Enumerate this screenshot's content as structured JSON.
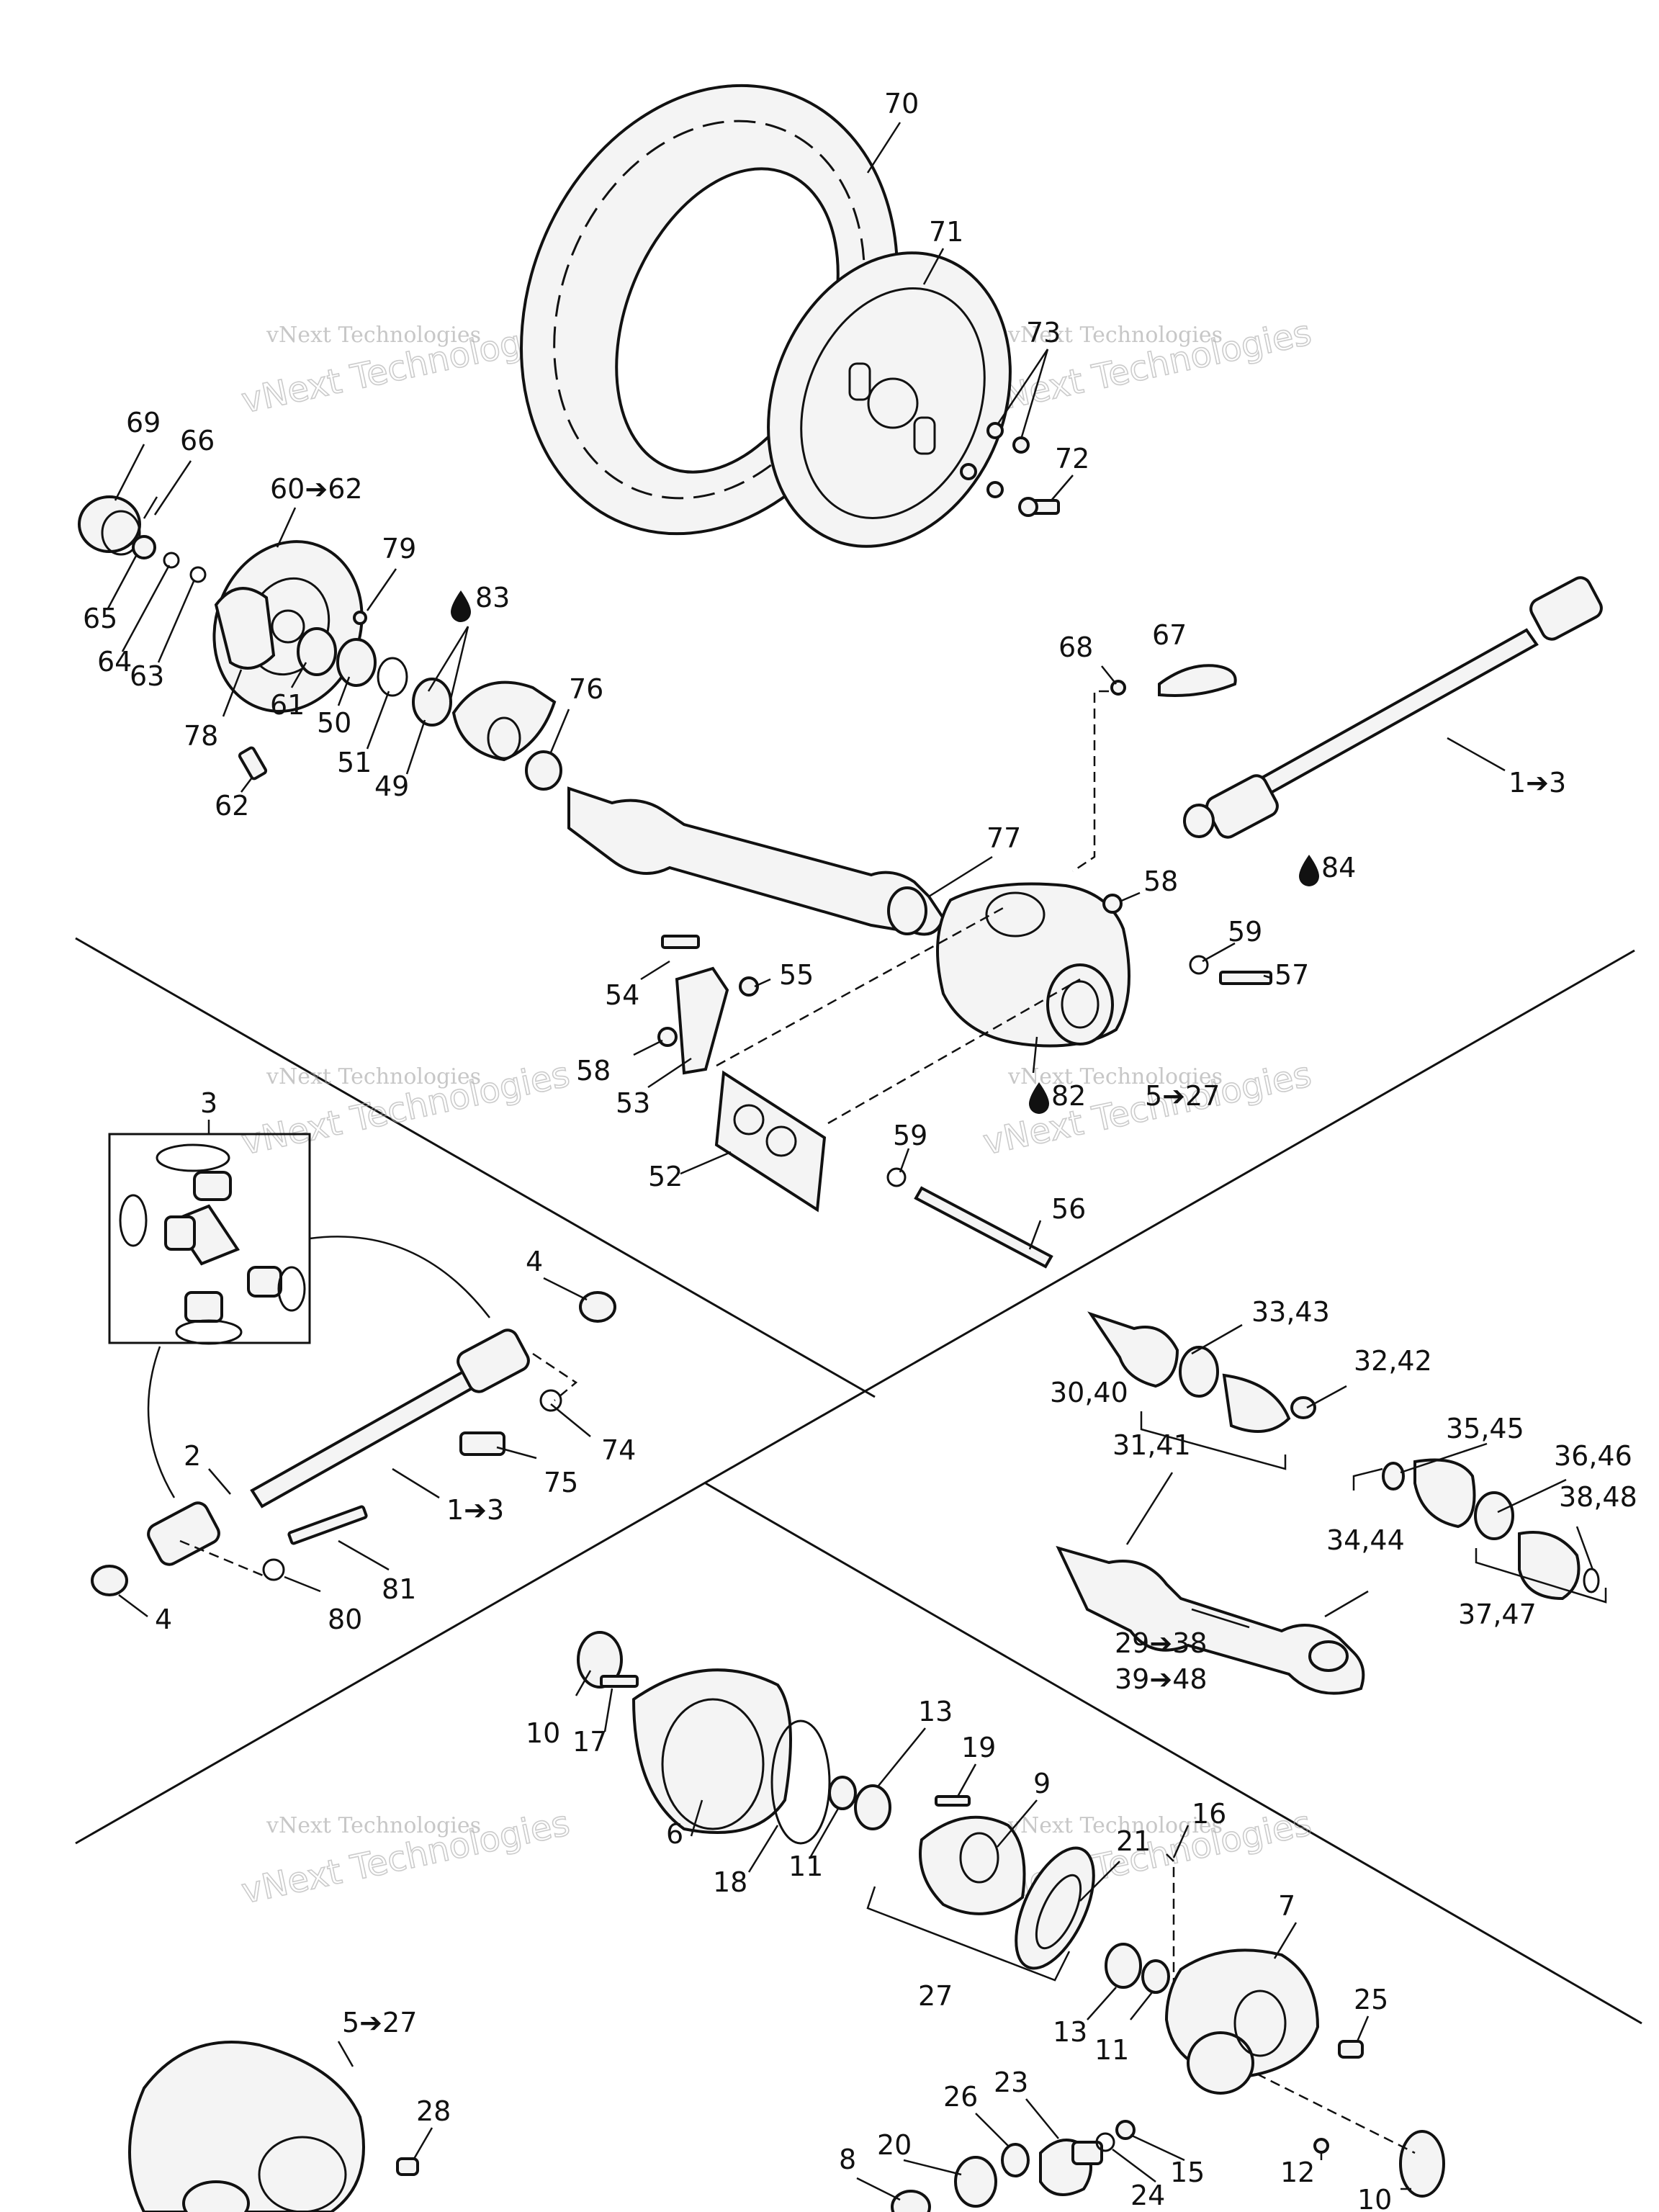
{
  "watermarks": [
    {
      "line1": "vNext Technologies",
      "line2": "vNext Technologies"
    },
    {
      "line1": "vNext Technologies",
      "line2": "vNext Technologies"
    },
    {
      "line1": "vNext Technologies",
      "line2": "vNext Technologies"
    },
    {
      "line1": "vNext Technologies",
      "line2": "vNext Technologies"
    },
    {
      "line1": "vNext Technologies",
      "line2": "vNext Technologies"
    },
    {
      "line1": "vNext Technologies",
      "line2": "vNext Technologies"
    }
  ],
  "labels": {
    "l70": "70",
    "l71": "71",
    "l73": "73",
    "l72": "72",
    "l69": "69",
    "l66": "66",
    "l60_62": "60➔62",
    "l79": "79",
    "l83": "83",
    "l65": "65",
    "l64": "64",
    "l63": "63",
    "l61": "61",
    "l50": "50",
    "l51": "51",
    "l49": "49",
    "l76": "76",
    "l78": "78",
    "l62": "62",
    "l68": "68",
    "l67": "67",
    "l1_3a": "1➔3",
    "l84": "84",
    "l77": "77",
    "l58a": "58",
    "l59a": "59",
    "l57": "57",
    "l54": "54",
    "l55": "55",
    "l58b": "58",
    "l53": "53",
    "l82": "82",
    "l5_27a": "5➔27",
    "l52": "52",
    "l59b": "59",
    "l56": "56",
    "l3": "3",
    "l4a": "4",
    "l2": "2",
    "l74": "74",
    "l75": "75",
    "l1_3b": "1➔3",
    "l81": "81",
    "l80": "80",
    "l4b": "4",
    "l33_43": "33,43",
    "l32_42": "32,42",
    "l30_40": "30,40",
    "l31_41": "31,41",
    "l35_45": "35,45",
    "l36_46": "36,46",
    "l38_48": "38,48",
    "l34_44": "34,44",
    "l37_47": "37,47",
    "l29_38": "29➔38",
    "l39_48": "39➔48",
    "l10a": "10",
    "l17": "17",
    "l6": "6",
    "l18": "18",
    "l11a": "11",
    "l13a": "13",
    "l19": "19",
    "l9": "9",
    "l21": "21",
    "l16": "16",
    "l27": "27",
    "l13b": "13",
    "l11b": "11",
    "l7": "7",
    "l25": "25",
    "l5_27b": "5➔27",
    "l28": "28",
    "l23": "23",
    "l26": "26",
    "l20": "20",
    "l8": "8",
    "l24": "24",
    "l15": "15",
    "l12": "12",
    "l10b": "10"
  }
}
